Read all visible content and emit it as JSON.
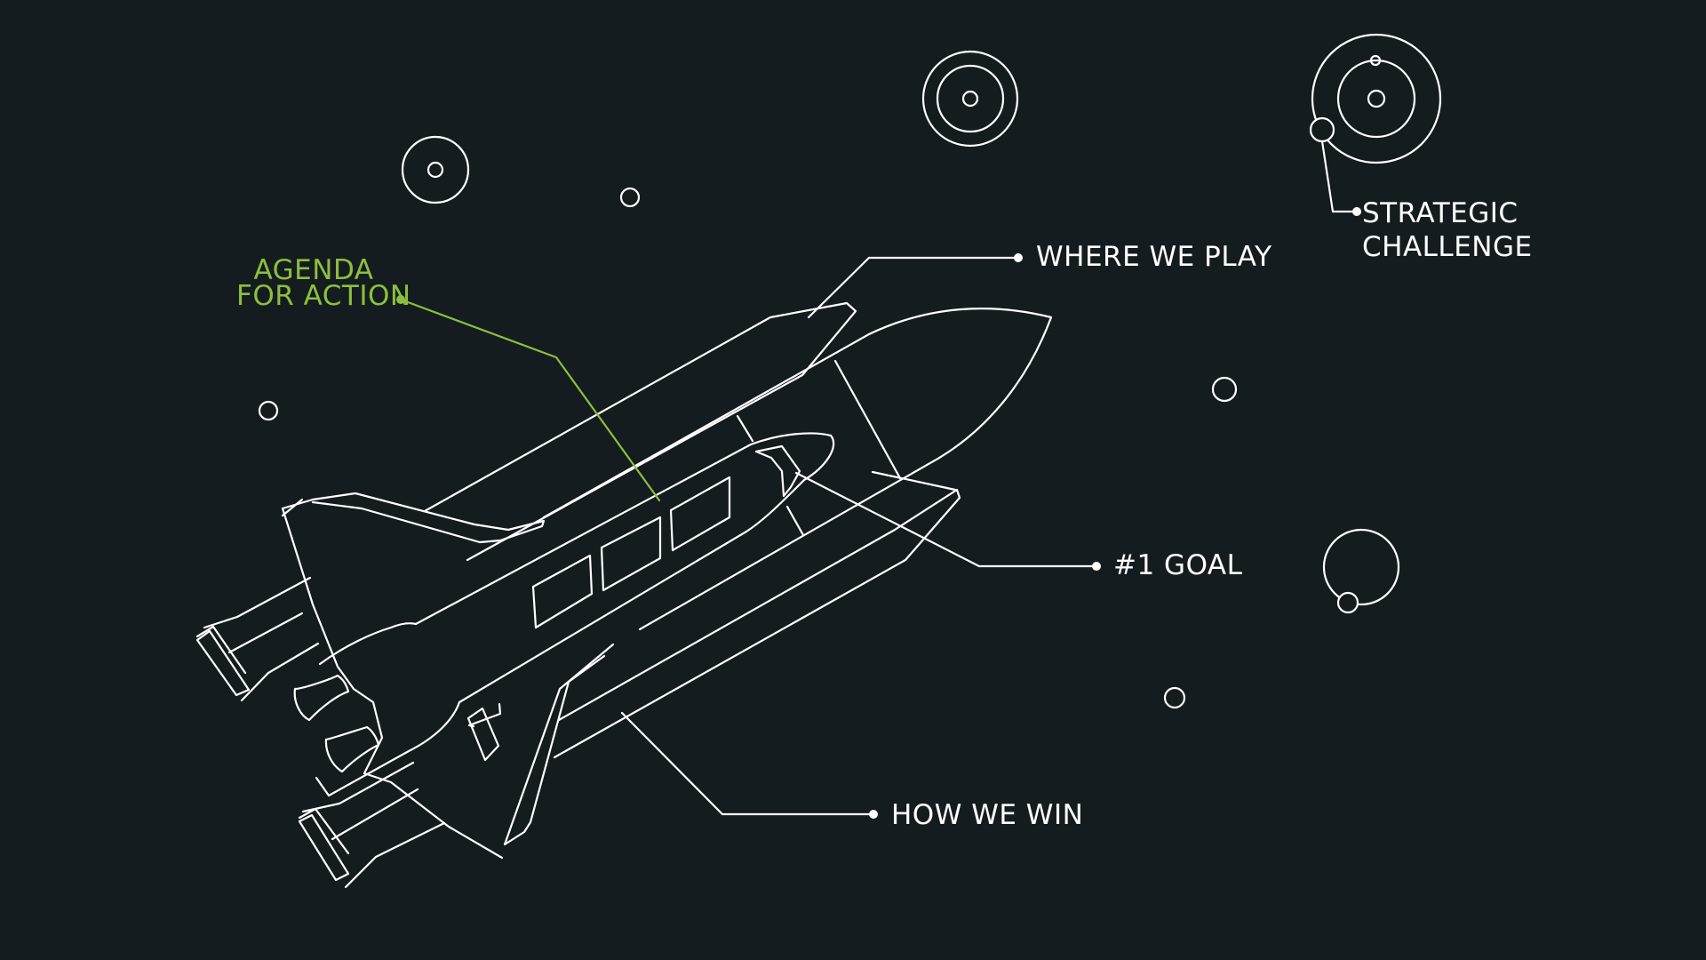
{
  "colors": {
    "background": "#151c1f",
    "line": "#ffffff",
    "accent": "#8cbf3f"
  },
  "labels": {
    "agenda_line1": "AGENDA",
    "agenda_line2": "FOR ACTION",
    "where_we_play": "WHERE WE PLAY",
    "strategic_line1": "STRATEGIC",
    "strategic_line2": "CHALLENGE",
    "goal": "#1 GOAL",
    "how_we_win": "HOW WE WIN"
  },
  "icons": [
    "space-shuttle-icon",
    "planet-icon",
    "orbit-icon",
    "star-icon"
  ]
}
